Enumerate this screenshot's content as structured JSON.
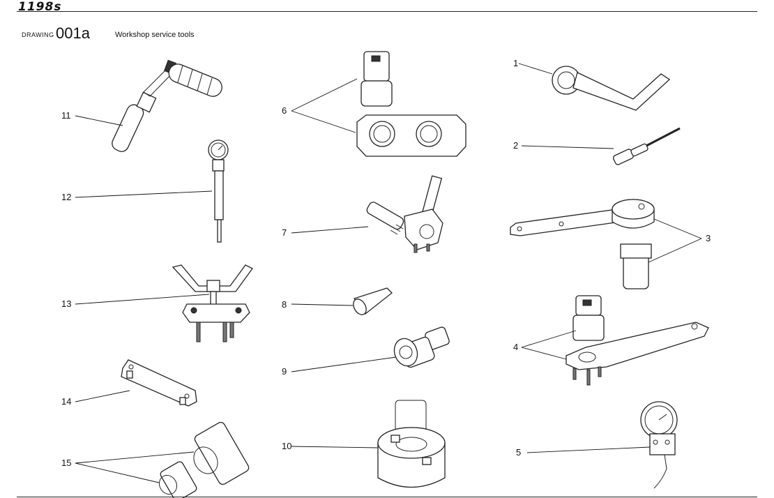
{
  "header": {
    "logo_text": "1198s",
    "drawing_label": "DRAWING",
    "drawing_number": "001a",
    "title": "Workshop service tools"
  },
  "callouts": [
    "1",
    "2",
    "3",
    "3",
    "4",
    "4",
    "5",
    "6",
    "6",
    "7",
    "8",
    "9",
    "10",
    "11",
    "12",
    "13",
    "14",
    "15",
    "15"
  ]
}
